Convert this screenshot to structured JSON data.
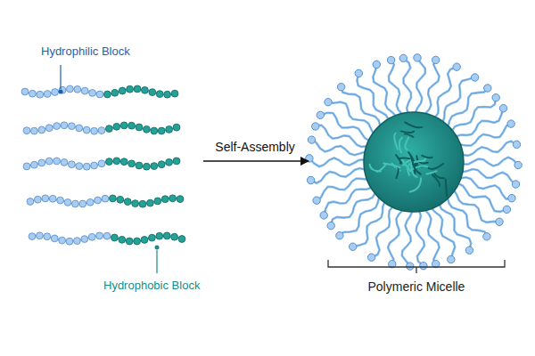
{
  "diagram": {
    "labels": [
      "Hydrophilic Block",
      "Self-Assembly",
      "Hydrophobic Block",
      "Polymeric Micelle"
    ]
  }
}
